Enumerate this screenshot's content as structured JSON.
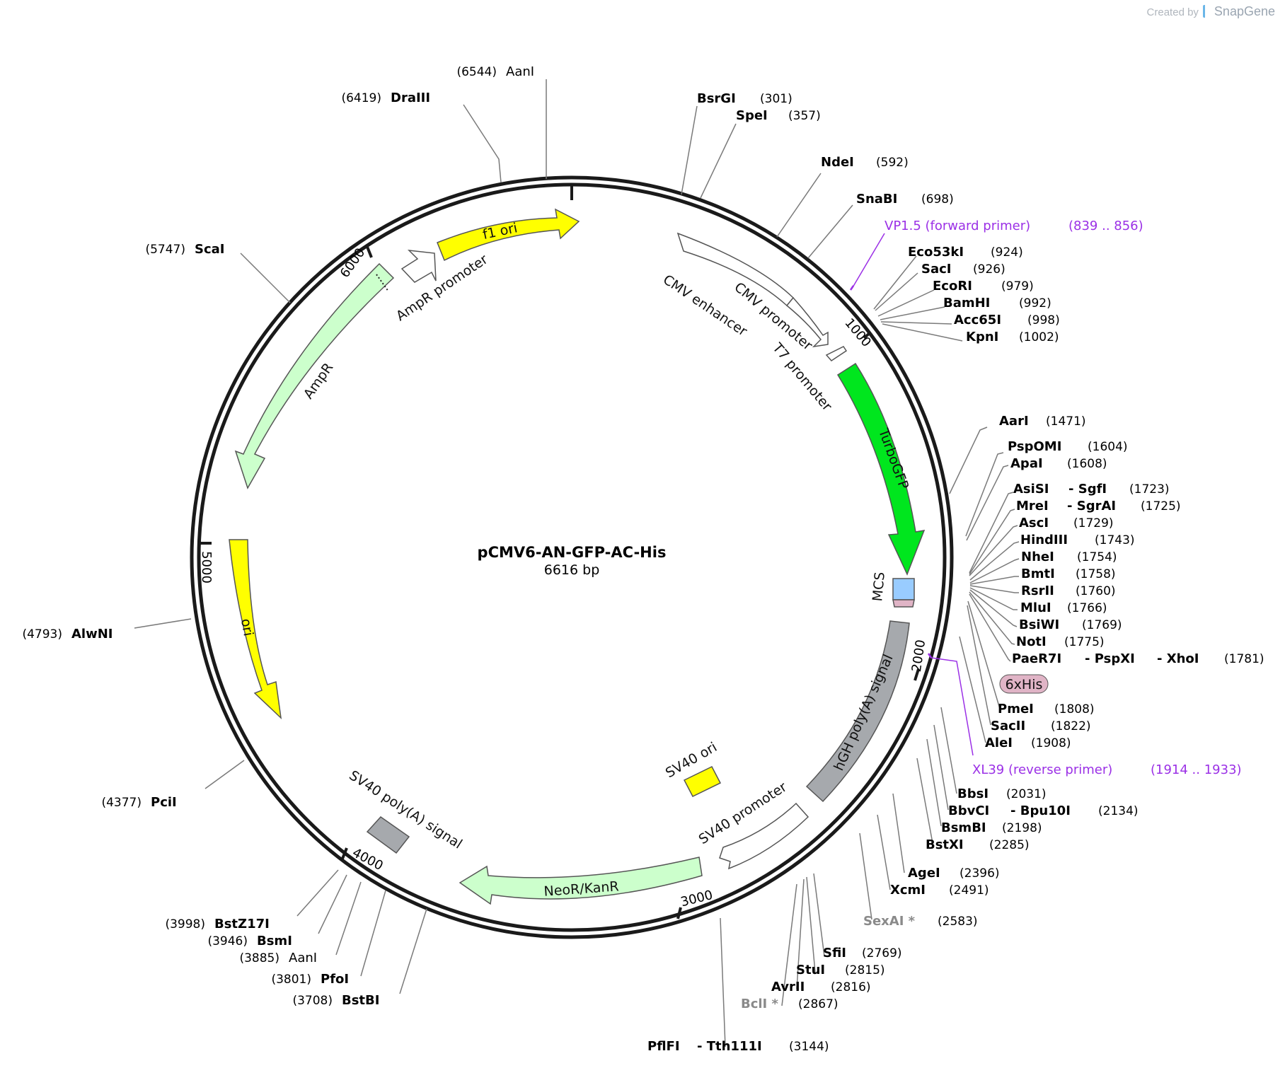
{
  "plasmid": {
    "name": "pCMV6-AN-GFP-AC-His",
    "length_label": "6616 bp"
  },
  "credit": {
    "created_by": "Created by",
    "brand": "SnapGene"
  },
  "colors": {
    "yellow": "#ffff00",
    "green": "#00e61e",
    "light_green": "#ccffcc",
    "gray": "#a6a9ad",
    "white_arrow": "#ffffff",
    "mcs_blue": "#99ccff",
    "his_pink": "#e0b4c6",
    "primer_purple": "#9b30e6",
    "backbone": "#1a1a1a"
  },
  "ticks": [
    {
      "label": "1000"
    },
    {
      "label": "2000"
    },
    {
      "label": "3000"
    },
    {
      "label": "4000"
    },
    {
      "label": "5000"
    },
    {
      "label": "6000"
    }
  ],
  "features": [
    {
      "label": "f1 ori",
      "color": "yellow"
    },
    {
      "label": "AmpR promoter",
      "color": "white_arrow"
    },
    {
      "label": "AmpR",
      "color": "light_green"
    },
    {
      "label": "ori",
      "color": "yellow"
    },
    {
      "label": "CMV enhancer",
      "color": "white_arrow"
    },
    {
      "label": "CMV promoter",
      "color": "white_arrow"
    },
    {
      "label": "T7 promoter",
      "color": "white_arrow"
    },
    {
      "label": "TurboGFP",
      "color": "green"
    },
    {
      "label": "MCS",
      "color": "mcs_blue"
    },
    {
      "label": "6xHis",
      "color": "his_pink"
    },
    {
      "label": "hGH poly(A) signal",
      "color": "gray"
    },
    {
      "label": "SV40 ori",
      "color": "yellow"
    },
    {
      "label": "SV40 promoter",
      "color": "white_arrow"
    },
    {
      "label": "NeoR/KanR",
      "color": "light_green"
    },
    {
      "label": "SV40 poly(A) signal",
      "color": "gray"
    }
  ],
  "primers": [
    {
      "name": "VP1.5 (forward primer)",
      "range": "(839 .. 856)"
    },
    {
      "name": "XL39 (reverse primer)",
      "range": "(1914 .. 1933)"
    }
  ],
  "sites": [
    {
      "names": [
        "BsrGI"
      ],
      "pos": "(301)"
    },
    {
      "names": [
        "SpeI"
      ],
      "pos": "(357)"
    },
    {
      "names": [
        "NdeI"
      ],
      "pos": "(592)"
    },
    {
      "names": [
        "SnaBI"
      ],
      "pos": "(698)"
    },
    {
      "names": [
        "Eco53kI"
      ],
      "pos": "(924)"
    },
    {
      "names": [
        "SacI"
      ],
      "pos": "(926)"
    },
    {
      "names": [
        "EcoRI"
      ],
      "pos": "(979)"
    },
    {
      "names": [
        "BamHI"
      ],
      "pos": "(992)"
    },
    {
      "names": [
        "Acc65I"
      ],
      "pos": "(998)"
    },
    {
      "names": [
        "KpnI"
      ],
      "pos": "(1002)"
    },
    {
      "names": [
        "AarI"
      ],
      "pos": "(1471)"
    },
    {
      "names": [
        "PspOMI"
      ],
      "pos": "(1604)"
    },
    {
      "names": [
        "ApaI"
      ],
      "pos": "(1608)"
    },
    {
      "names": [
        "AsiSI",
        "- SgfI"
      ],
      "pos": "(1723)"
    },
    {
      "names": [
        "MreI",
        "- SgrAI"
      ],
      "pos": "(1725)"
    },
    {
      "names": [
        "AscI"
      ],
      "pos": "(1729)"
    },
    {
      "names": [
        "HindIII"
      ],
      "pos": "(1743)"
    },
    {
      "names": [
        "NheI"
      ],
      "pos": "(1754)"
    },
    {
      "names": [
        "BmtI"
      ],
      "pos": "(1758)"
    },
    {
      "names": [
        "RsrII"
      ],
      "pos": "(1760)"
    },
    {
      "names": [
        "MluI"
      ],
      "pos": "(1766)"
    },
    {
      "names": [
        "BsiWI"
      ],
      "pos": "(1769)"
    },
    {
      "names": [
        "NotI"
      ],
      "pos": "(1775)"
    },
    {
      "names": [
        "PaeR7I",
        "- PspXI",
        "- XhoI"
      ],
      "pos": "(1781)"
    },
    {
      "names": [
        "PmeI"
      ],
      "pos": "(1808)"
    },
    {
      "names": [
        "SacII"
      ],
      "pos": "(1822)"
    },
    {
      "names": [
        "AleI"
      ],
      "pos": "(1908)"
    },
    {
      "names": [
        "BbsI"
      ],
      "pos": "(2031)"
    },
    {
      "names": [
        "BbvCI",
        "- Bpu10I"
      ],
      "pos": "(2134)"
    },
    {
      "names": [
        "BsmBI"
      ],
      "pos": "(2198)"
    },
    {
      "names": [
        "BstXI"
      ],
      "pos": "(2285)"
    },
    {
      "names": [
        "AgeI"
      ],
      "pos": "(2396)"
    },
    {
      "names": [
        "XcmI"
      ],
      "pos": "(2491)"
    },
    {
      "names": [
        "SexAI *"
      ],
      "pos": "(2583)"
    },
    {
      "names": [
        "SfiI"
      ],
      "pos": "(2769)"
    },
    {
      "names": [
        "StuI"
      ],
      "pos": "(2815)"
    },
    {
      "names": [
        "AvrII"
      ],
      "pos": "(2816)"
    },
    {
      "names": [
        "BclI *"
      ],
      "pos": "(2867)"
    },
    {
      "names": [
        "PflFI",
        "- Tth111I"
      ],
      "pos": "(3144)"
    },
    {
      "names": [
        "BstBI"
      ],
      "pos": "(3708)"
    },
    {
      "names": [
        "PfoI"
      ],
      "pos": "(3801)"
    },
    {
      "names": [
        "AanI"
      ],
      "pos": "(3885)"
    },
    {
      "names": [
        "BsmI"
      ],
      "pos": "(3946)"
    },
    {
      "names": [
        "BstZ17I"
      ],
      "pos": "(3998)"
    },
    {
      "names": [
        "PciI"
      ],
      "pos": "(4377)"
    },
    {
      "names": [
        "AlwNI"
      ],
      "pos": "(4793)"
    },
    {
      "names": [
        "ScaI"
      ],
      "pos": "(5747)"
    },
    {
      "names": [
        "DraIII"
      ],
      "pos": "(6419)"
    },
    {
      "names": [
        "AanI"
      ],
      "pos": "(6544)"
    }
  ]
}
